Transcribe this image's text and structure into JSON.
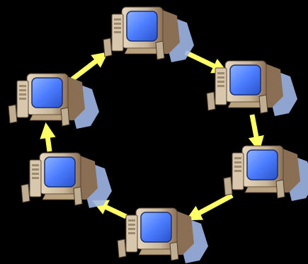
{
  "diagram": {
    "topology": "ring",
    "direction": "clockwise",
    "nodes": [
      {
        "id": "pc-top",
        "icon": "desktop-computer-icon"
      },
      {
        "id": "pc-upper-right",
        "icon": "desktop-computer-icon"
      },
      {
        "id": "pc-lower-right",
        "icon": "desktop-computer-icon"
      },
      {
        "id": "pc-bottom",
        "icon": "desktop-computer-icon"
      },
      {
        "id": "pc-lower-left",
        "icon": "desktop-computer-icon"
      },
      {
        "id": "pc-upper-left",
        "icon": "desktop-computer-icon"
      }
    ],
    "edges": [
      {
        "from": "pc-top",
        "to": "pc-upper-right"
      },
      {
        "from": "pc-upper-right",
        "to": "pc-lower-right"
      },
      {
        "from": "pc-lower-right",
        "to": "pc-bottom"
      },
      {
        "from": "pc-bottom",
        "to": "pc-lower-left"
      },
      {
        "from": "pc-lower-left",
        "to": "pc-upper-left"
      },
      {
        "from": "pc-upper-left",
        "to": "pc-top"
      }
    ],
    "colors": {
      "background": "#000000",
      "arrow": "#ffff66",
      "screen": "#4c7dff",
      "screen_highlight": "#8fb4ff",
      "monitor_body": "#c9b69a",
      "monitor_shade": "#8a6f55",
      "shadow": "#9fb7e6",
      "tower": "#d6c7ad"
    }
  }
}
